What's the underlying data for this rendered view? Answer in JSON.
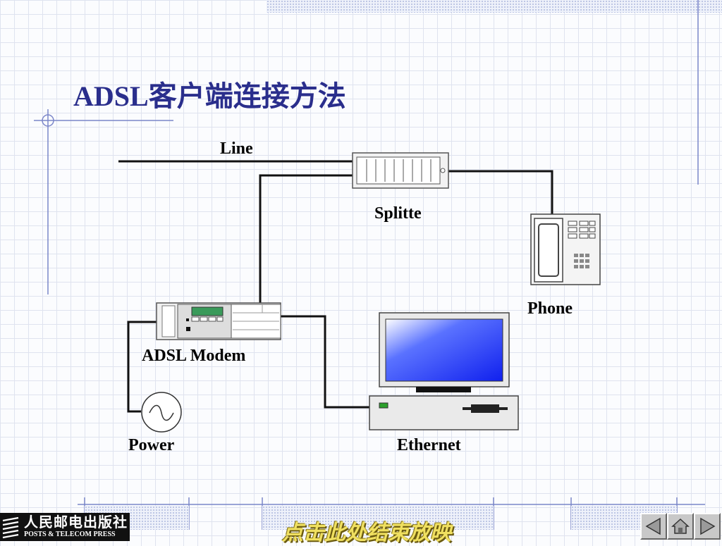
{
  "slide": {
    "title": "ADSL客户端连接方法"
  },
  "diagram": {
    "labels": {
      "line": "Line",
      "splitter": "Splitte",
      "phone": "Phone",
      "modem": "ADSL Modem",
      "power": "Power",
      "ethernet": "Ethernet"
    }
  },
  "footer": {
    "publisher_zh": "人民邮电出版社",
    "publisher_en": "POSTS & TELECOM PRESS",
    "end_show": "点击此处结束放映"
  },
  "colors": {
    "title": "#2a2e8c",
    "grid": "#dfe3ef",
    "accent_line": "#7b86c9",
    "screen": "#1a2fff"
  },
  "icons": {
    "prev": "triangle-left-icon",
    "home": "home-icon",
    "next": "triangle-right-icon"
  }
}
